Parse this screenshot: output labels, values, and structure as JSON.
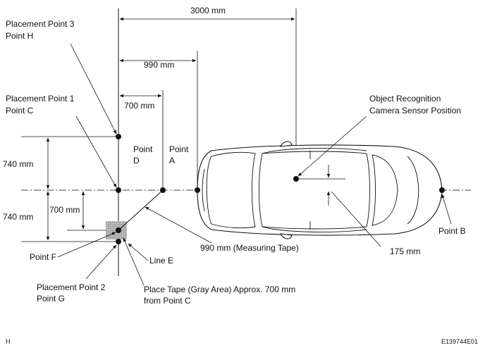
{
  "labels": {
    "placement3": "Placement Point 3",
    "pointH": "Point H",
    "placement1": "Placement Point 1",
    "pointC": "Point C",
    "placement2": "Placement Point 2",
    "pointG": "Point G",
    "pointD_a": "Point",
    "pointD_b": "D",
    "pointA_a": "Point",
    "pointA_b": "A",
    "pointB": "Point B",
    "pointF": "Point F",
    "lineE": "Line E",
    "sensor1": "Object Recognition",
    "sensor2": "Camera Sensor Position",
    "tape": "990 mm (Measuring Tape)",
    "grayArea1": "Place Tape (Gray Area) Approx. 700 mm",
    "grayArea2": "from Point C"
  },
  "dimensions": {
    "d3000": "3000 mm",
    "d990": "990 mm",
    "d700top": "700 mm",
    "d740upper": "740 mm",
    "d740lower": "740 mm",
    "d700side": "700 mm",
    "d175": "175 mm"
  },
  "footer": {
    "left": "H",
    "right": "E139744E01"
  }
}
